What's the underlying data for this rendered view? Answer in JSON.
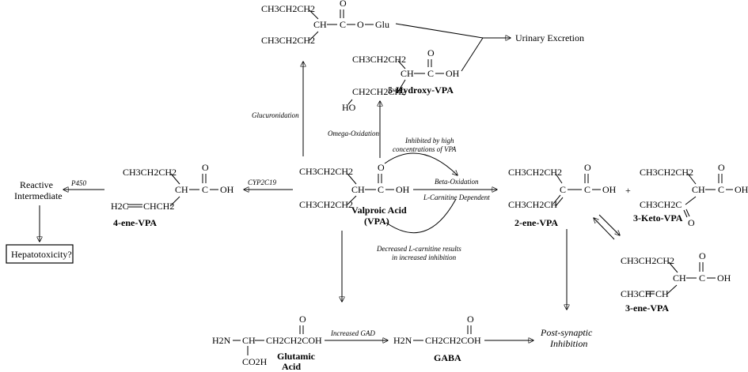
{
  "molecules": {
    "glu": {
      "l1": "CH3CH2CH2",
      "l2": "CH3CH2CH2",
      "ch": "CH",
      "c": "C",
      "o": "O",
      "o2": "O",
      "glu": "Glu"
    },
    "hydroxy": {
      "l1": "CH3CH2CH2",
      "ch": "CH",
      "c": "C",
      "o": "O",
      "oh": "OH",
      "l2": "CH2CH2CH2",
      "ho": "HO",
      "name": "5-Hydroxy-VPA"
    },
    "vpa": {
      "l1": "CH3CH2CH2",
      "l2": "CH3CH2CH2",
      "ch": "CH",
      "c": "C",
      "o": "O",
      "oh": "OH",
      "name1": "Valproic Acid",
      "name2": "(VPA)"
    },
    "fourene": {
      "l1": "CH3CH2CH2",
      "ch": "CH",
      "c": "C",
      "o": "O",
      "oh": "OH",
      "l2a": "H2C",
      "l2b": "CHCH2",
      "name": "4-ene-VPA"
    },
    "twoene": {
      "l1": "CH3CH2CH2",
      "c1": "C",
      "c": "C",
      "o": "O",
      "oh": "OH",
      "l2": "CH3CH2CH",
      "name": "2-ene-VPA"
    },
    "keto": {
      "l1": "CH3CH2CH2",
      "ch": "CH",
      "c": "C",
      "o": "O",
      "oh": "OH",
      "l2": "CH3CH2C",
      "ko": "O",
      "name": "3-Keto-VPA"
    },
    "threeene": {
      "l1": "CH3CH2CH2",
      "ch": "CH",
      "c": "C",
      "o": "O",
      "oh": "OH",
      "l2a": "CH3CH",
      "l2b": "CH",
      "name": "3-ene-VPA"
    },
    "glutamic": {
      "h2n": "H2N",
      "ch": "CH",
      "chain": "CH2CH2COH",
      "c": "C",
      "o": "O",
      "co2h": "CO2H",
      "name1": "Glutamic",
      "name2": "Acid"
    },
    "gaba": {
      "h2n": "H2N",
      "chain": "CH2CH2COH",
      "o": "O",
      "name": "GABA"
    }
  },
  "labels": {
    "urinary": "Urinary Excretion",
    "glucuronidation": "Glucuronidation",
    "omega": "Omega-Oxidation",
    "inhibited1": "Inhibited by high",
    "inhibited2": "concentrations of VPA",
    "beta": "Beta-Oxidation",
    "lcarnitine": "L-Carnitine Dependent",
    "decreased1": "Decreased L-carnitine results",
    "decreased2": "in increased inhibition",
    "cyp": "CYP2C19",
    "p450": "P450",
    "reactive1": "Reactive",
    "reactive2": "Intermediate",
    "hepato": "Hepatotoxicity?",
    "plus": "+",
    "gad": "Increased GAD",
    "postsyn1": "Post-synaptic",
    "postsyn2": "Inhibition"
  }
}
